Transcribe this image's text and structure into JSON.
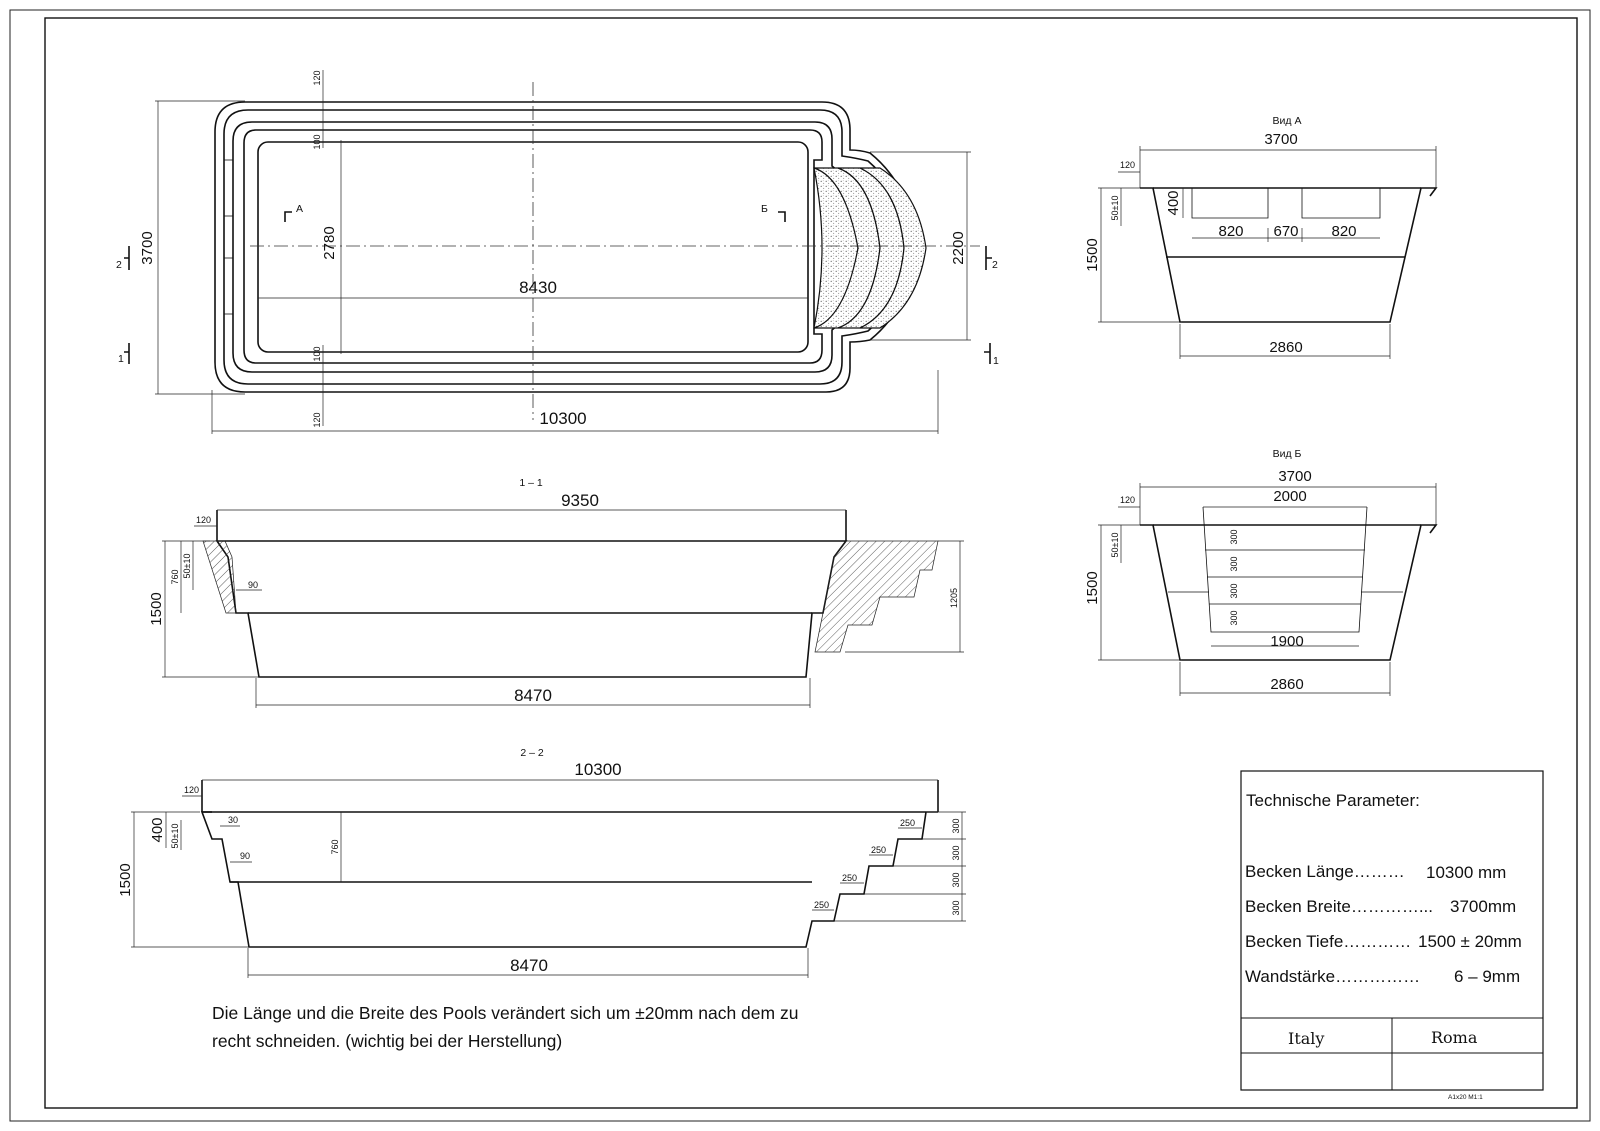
{
  "plan": {
    "total_length": "10300",
    "inner_length": "8430",
    "total_width": "3700",
    "inner_width": "2780",
    "step_width": "2200",
    "rim_top": "120",
    "rim_bottom": "120",
    "offset_top": "100",
    "offset_bottom": "100",
    "cut_a": "A",
    "cut_b": "Б",
    "cut_1_left": "1",
    "cut_1_right": "1",
    "cut_2_left": "2",
    "cut_2_right": "2"
  },
  "section_1": {
    "title": "1 – 1",
    "top_length": "9350",
    "bottom_length": "8470",
    "depth": "1500",
    "rim": "120",
    "tolerance": "50±10",
    "upper_depth": "760",
    "ledge": "90",
    "step_depth": "1205"
  },
  "section_2": {
    "title": "2 – 2",
    "top_length": "10300",
    "bottom_length": "8470",
    "depth": "1500",
    "rim": "120",
    "upper": "400",
    "tolerance": "50±10",
    "ledge_top": "30",
    "ledge": "90",
    "upper_depth": "760",
    "step_tread": [
      "250",
      "250",
      "250",
      "250"
    ],
    "step_rise": [
      "300",
      "300",
      "300",
      "300"
    ]
  },
  "view_a": {
    "title": "Вид А",
    "top_width": "3700",
    "bottom_width": "2860",
    "depth": "1500",
    "rim": "120",
    "tolerance": "50±10",
    "window_height": "400",
    "window_1": "820",
    "gap": "670",
    "window_2": "820"
  },
  "view_b": {
    "title": "Вид Б",
    "top_width": "3700",
    "step_top": "2000",
    "step_bottom": "1900",
    "bottom_width": "2860",
    "depth": "1500",
    "rim": "120",
    "tolerance": "50±10",
    "rises": [
      "300",
      "300",
      "300"
    ]
  },
  "note": {
    "line1": "Die Länge und die Breite des Pools verändert sich um ±20mm nach dem zu",
    "line2": "recht schneiden. (wichtig bei der Herstellung)"
  },
  "title_block": {
    "heading": "Technische Parameter:",
    "rows": [
      {
        "label": "Becken Länge………",
        "value": "10300 mm"
      },
      {
        "label": "Becken Breite…………...",
        "value": "3700mm"
      },
      {
        "label": "Becken Tiefe…………",
        "value": "1500 ± 20mm"
      },
      {
        "label": "Wandstärke……………",
        "value": "6 – 9mm"
      }
    ],
    "country": "Italy",
    "model": "Roma",
    "scale": "A1x20  M1:1"
  }
}
